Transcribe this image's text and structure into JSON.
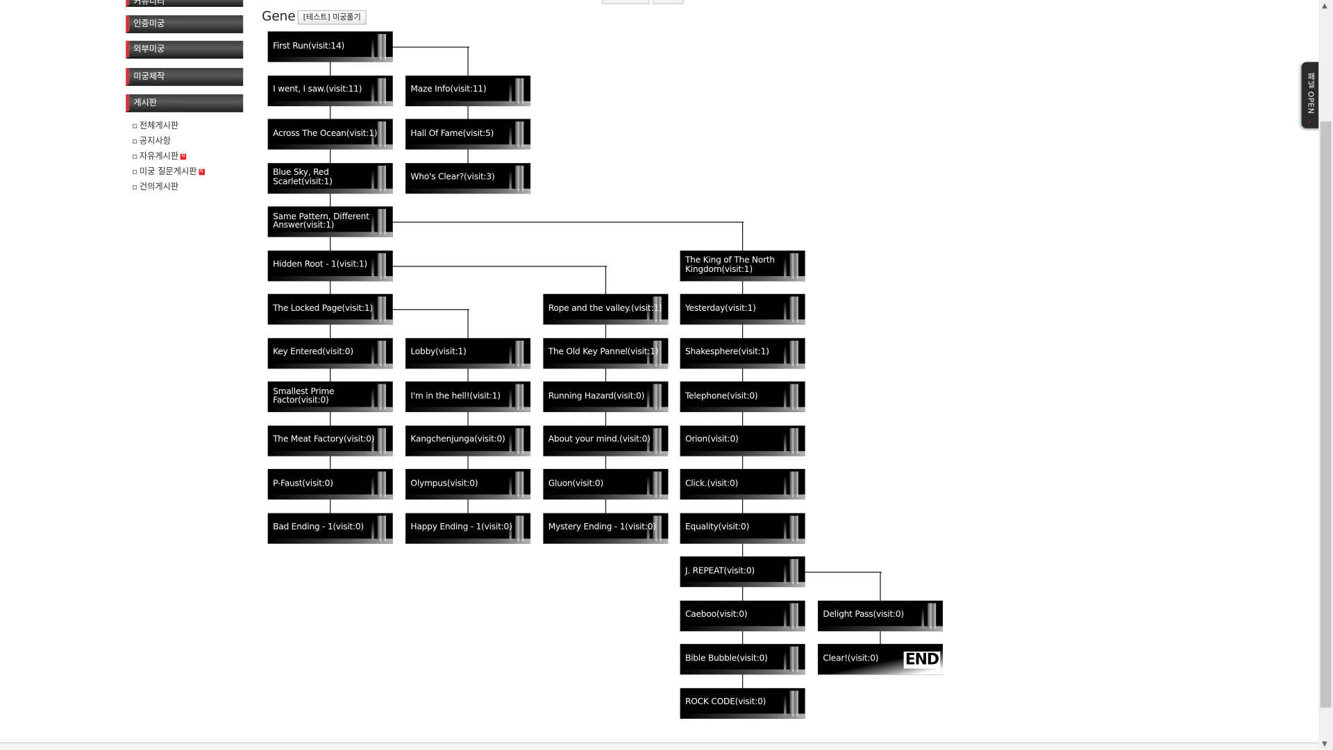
{
  "sidebar": {
    "cut_item": "커뮤니티",
    "menu": [
      "인증미궁",
      "외부미궁",
      "미궁제작",
      "게시판"
    ],
    "boards": [
      {
        "label": "전체게시판",
        "new": false
      },
      {
        "label": "공지사항",
        "new": false
      },
      {
        "label": "자유게시판",
        "new": true
      },
      {
        "label": "미궁 질문게시판",
        "new": true
      },
      {
        "label": "건의게시판",
        "new": false
      }
    ],
    "new_badge": "N"
  },
  "header": {
    "title": "Gene",
    "test_button": "[테스트] 미궁풀기"
  },
  "side_tab": {
    "label": "패널 OPEN",
    "arrow": "‹"
  },
  "nodes": [
    {
      "label": "First Run(visit:14)"
    },
    {
      "label": "I went, I saw.(visit:11)"
    },
    {
      "label": "Across The Ocean(visit:1)"
    },
    {
      "label": "Blue Sky, Red Scarlet(visit:1)"
    },
    {
      "label": "Same Pattern, Different Answer(visit:1)"
    },
    {
      "label": "Hidden Root - 1(visit:1)"
    },
    {
      "label": "The Locked Page(visit:1)"
    },
    {
      "label": "Key Entered(visit:0)"
    },
    {
      "label": "Smallest Prime Factor(visit:0)"
    },
    {
      "label": "The Meat Factory(visit:0)"
    },
    {
      "label": "P-Faust(visit:0)"
    },
    {
      "label": "Bad Ending - 1(visit:0)"
    },
    {
      "label": "Maze Info(visit:11)"
    },
    {
      "label": "Hall Of Fame(visit:5)"
    },
    {
      "label": "Who's Clear?(visit:3)"
    },
    {
      "label": "Lobby(visit:1)"
    },
    {
      "label": "I'm in the hell!(visit:1)"
    },
    {
      "label": "Kangchenjunga(visit:0)"
    },
    {
      "label": "Olympus(visit:0)"
    },
    {
      "label": "Happy Ending - 1(visit:0)"
    },
    {
      "label": "Rope and the valley.(visit:1)"
    },
    {
      "label": "The Old Key Pannel(visit:1)"
    },
    {
      "label": "Running Hazard(visit:0)"
    },
    {
      "label": "About your mind.(visit:0)"
    },
    {
      "label": "Gluon(visit:0)"
    },
    {
      "label": "Mystery Ending - 1(visit:0)"
    },
    {
      "label": "The King of The North Kingdom(visit:1)"
    },
    {
      "label": "Yesterday(visit:1)"
    },
    {
      "label": "Shakesphere(visit:1)"
    },
    {
      "label": "Telephone(visit:0)"
    },
    {
      "label": "Orion(visit:0)"
    },
    {
      "label": "Click.(visit:0)"
    },
    {
      "label": "Equality(visit:0)"
    },
    {
      "label": "J. REPEAT(visit:0)"
    },
    {
      "label": "Caeboo(visit:0)"
    },
    {
      "label": "Bible Bubble(visit:0)"
    },
    {
      "label": "ROCK CODE(visit:0)"
    },
    {
      "label": "Delight Pass(visit:0)"
    },
    {
      "label": "Clear!(visit:0)",
      "end_badge": "END"
    }
  ]
}
